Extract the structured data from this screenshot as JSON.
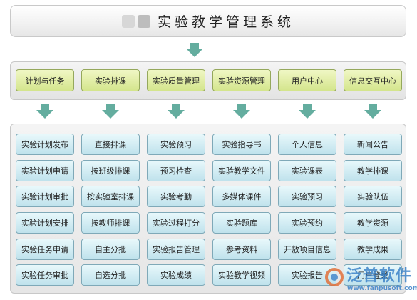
{
  "title": {
    "text": "实验教学管理系统"
  },
  "categories": [
    {
      "label": "计划与任务",
      "items": [
        "实验计划发布",
        "实验计划申请",
        "实验计划审批",
        "实验计划安排",
        "实验任务申请",
        "实验任务审批"
      ]
    },
    {
      "label": "实验排课",
      "items": [
        "直接排课",
        "按班级排课",
        "按实验室排课",
        "按教师排课",
        "自主分批",
        "自选分批"
      ]
    },
    {
      "label": "实验质量管理",
      "items": [
        "实验预习",
        "预习检查",
        "实验考勤",
        "实验过程打分",
        "实验报告管理",
        "实验成绩"
      ]
    },
    {
      "label": "实验资源管理",
      "items": [
        "实验指导书",
        "实验教学文件",
        "多媒体课件",
        "实验题库",
        "参考资料",
        "实验教学视频"
      ]
    },
    {
      "label": "用户中心",
      "items": [
        "个人信息",
        "实验课表",
        "实验预习",
        "实验预约",
        "开放项目信息",
        "实验报告"
      ]
    },
    {
      "label": "信息交互中心",
      "items": [
        "新闻公告",
        "教学排课",
        "实验队伍",
        "教学资源",
        "教学成果",
        "用户登录"
      ]
    }
  ],
  "watermark": {
    "brand": "泛普软件",
    "url": "www.fanpusoft.com"
  },
  "colors": {
    "arrow": "#64ad9f",
    "category_fill": "#d4e58c",
    "cell_fill": "#bfe2ec",
    "watermark": "#3c82c8"
  }
}
